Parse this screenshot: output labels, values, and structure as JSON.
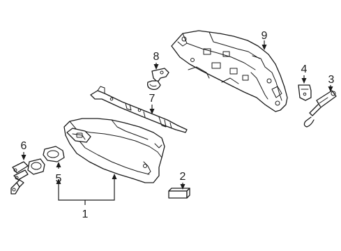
{
  "callouts": [
    {
      "id": "1",
      "text": "1"
    },
    {
      "id": "2",
      "text": "2"
    },
    {
      "id": "3",
      "text": "3"
    },
    {
      "id": "4",
      "text": "4"
    },
    {
      "id": "5",
      "text": "5"
    },
    {
      "id": "6",
      "text": "6"
    },
    {
      "id": "7",
      "text": "7"
    },
    {
      "id": "8",
      "text": "8"
    },
    {
      "id": "9",
      "text": "9"
    }
  ],
  "parts": [
    {
      "callout": "1",
      "icon": "glove-box-door"
    },
    {
      "callout": "2",
      "icon": "bumper-stop"
    },
    {
      "callout": "3",
      "icon": "damper-cylinder"
    },
    {
      "callout": "4",
      "icon": "small-bracket"
    },
    {
      "callout": "5",
      "icon": "lock-cover"
    },
    {
      "callout": "6",
      "icon": "lock-cylinder-with-keys"
    },
    {
      "callout": "7",
      "icon": "reinforcement-bar"
    },
    {
      "callout": "8",
      "icon": "striker-bracket"
    },
    {
      "callout": "9",
      "icon": "glove-box-housing"
    }
  ],
  "colors": {
    "line": "#1a1a1a",
    "background": "#ffffff"
  }
}
